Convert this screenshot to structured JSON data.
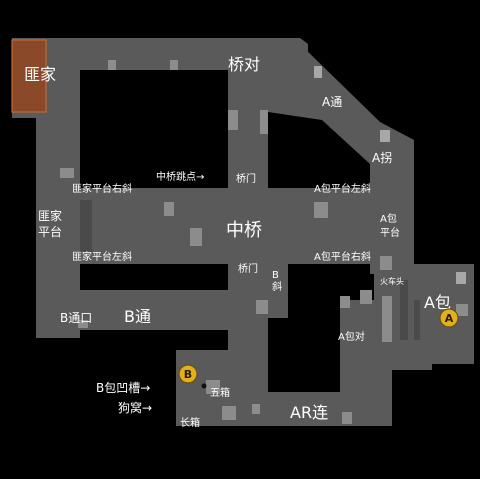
{
  "map": {
    "colors": {
      "background": "#000000",
      "floor": "#5a5a5a",
      "spawn": "#8a4a2a",
      "bombsite_marker": "#e0b020",
      "label": "#ffffff"
    },
    "labels": {
      "t_spawn": "匪家",
      "bridge_top": "桥对",
      "a_long": "A通",
      "a_corner": "A拐",
      "mid_bridge_jump": "中桥跳点→",
      "bridge_gate_top": "桥门",
      "t_platform_right": "匪家平台右斜",
      "a_platform_left": "A包平台左斜",
      "t_platform": "匪家\n平台",
      "mid_bridge": "中桥",
      "a_platform": "A包\n平台",
      "t_platform_left": "匪家平台左斜",
      "bridge_gate_bottom": "桥门",
      "a_platform_right": "A包平台右斜",
      "b_slope": "B\n斜",
      "fire_car_head": "火车头",
      "a_site": "A包",
      "b_tunnel": "B通口",
      "b_long": "B通",
      "a_opposite": "A包对",
      "b_pocket": "B包凹槽→",
      "five_box": "五箱",
      "dog_hole": "狗窝→",
      "long_box": "长箱",
      "ar_connector": "AR连"
    },
    "markers": {
      "a": "A",
      "b": "B"
    },
    "icons": [
      "bombsite-a-icon",
      "bombsite-b-icon"
    ]
  }
}
